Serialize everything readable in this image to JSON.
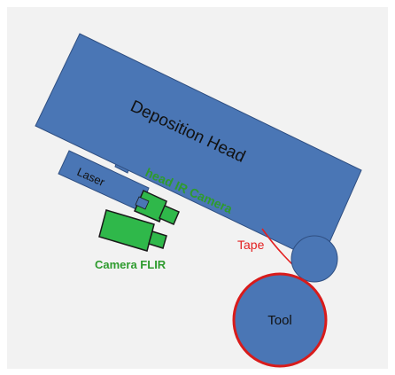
{
  "diagram": {
    "labels": {
      "deposition_head": "Deposition Head",
      "laser": "Laser",
      "head_ir_camera": "head IR Camera",
      "tape": "Tape",
      "camera_flir": "Camera FLIR",
      "tool": "Tool"
    },
    "colors": {
      "background": "#f2f2f2",
      "machine_blue": "#4a76b5",
      "machine_outline": "#2f4f82",
      "camera_green": "#2fb84a",
      "camera_outline": "#1a1a1a",
      "label_green": "#2e9b2e",
      "tape_red": "#e32020",
      "tool_outline": "#d81b1b",
      "text_dark": "#111111"
    }
  }
}
